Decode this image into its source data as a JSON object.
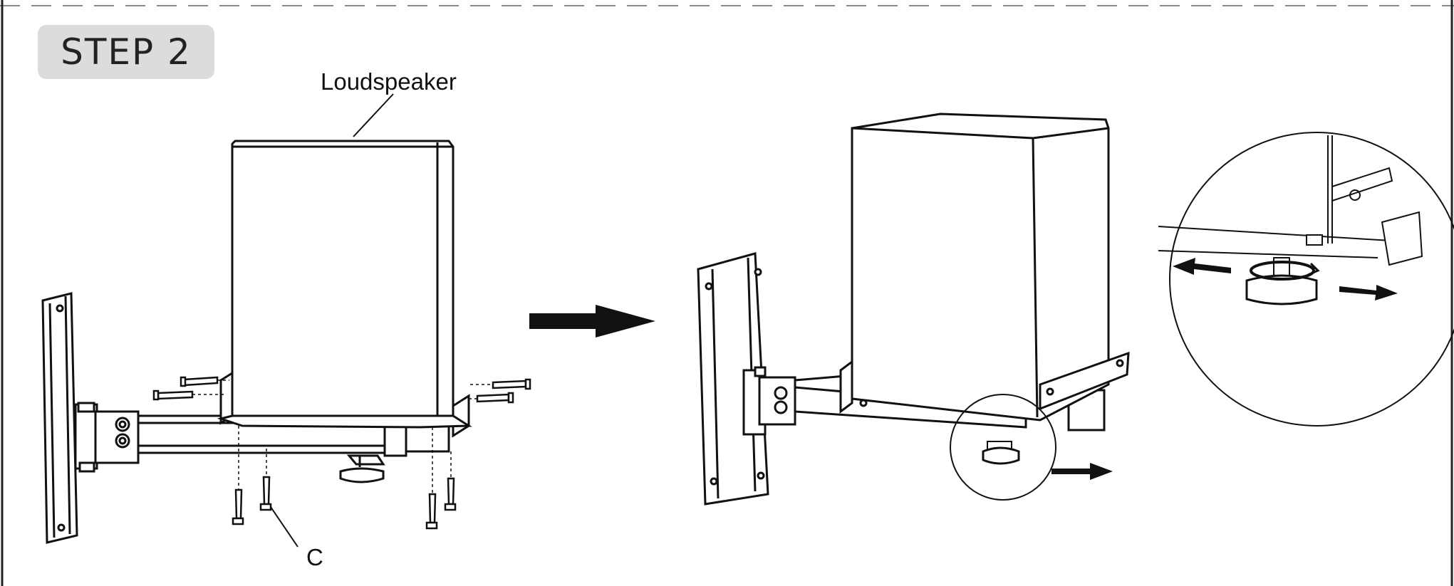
{
  "step": {
    "label": "STEP 2"
  },
  "callouts": {
    "loudspeaker": "Loudspeaker",
    "part_c": "C"
  },
  "colors": {
    "line": "#111111",
    "badge": "#dcdcdc",
    "frame": "#222222",
    "dash": "#888888"
  },
  "icons": [
    "right-arrow-icon",
    "rotate-arrow-icon"
  ]
}
